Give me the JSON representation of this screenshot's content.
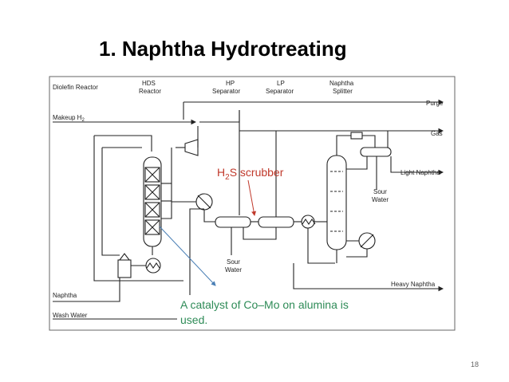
{
  "slide": {
    "title": "1. Naphtha Hydrotreating",
    "page_number": "18"
  },
  "diagram": {
    "equipment_labels": {
      "diolefin_reactor": "Diolefin Reactor",
      "hds_reactor_1": "HDS",
      "hds_reactor_2": "Reactor",
      "hp_sep_1": "HP",
      "hp_sep_2": "Separator",
      "lp_sep_1": "LP",
      "lp_sep_2": "Separator",
      "splitter_1": "Naphtha",
      "splitter_2": "Splitter"
    },
    "streams": {
      "makeup_h2": "Makeup H",
      "makeup_h2_sub": "2",
      "purge": "Purge",
      "gas": "Gas",
      "light_naphtha": "Light Naphtha",
      "sour_water_top_1": "Sour",
      "sour_water_top_2": "Water",
      "sour_water_bottom_1": "Sour",
      "sour_water_bottom_2": "Water",
      "heavy_naphtha": "Heavy Naphtha",
      "naphtha": "Naphtha",
      "wash_water": "Wash Water"
    },
    "annotations": {
      "h2s_pre": "H",
      "h2s_sub": "2",
      "h2s_post": "S scrubber",
      "catalyst_line1": "A catalyst of Co–Mo on alumina is",
      "catalyst_line2": "used."
    },
    "colors": {
      "annotation_red": "#c0392b",
      "annotation_green": "#2e8b57",
      "pointer_blue": "#4a7fb5"
    }
  }
}
